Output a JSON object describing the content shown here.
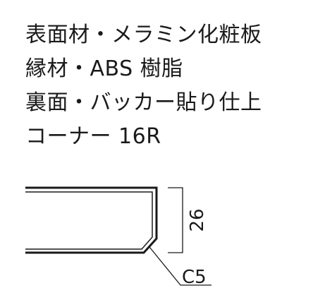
{
  "specs": [
    "表面材・メラミン化粧板",
    "縁材・ABS 樹脂",
    "裏面・バッカー貼り仕上",
    "コーナー 16R"
  ],
  "drawing": {
    "thickness_label": "26",
    "chamfer_label": "C5"
  }
}
